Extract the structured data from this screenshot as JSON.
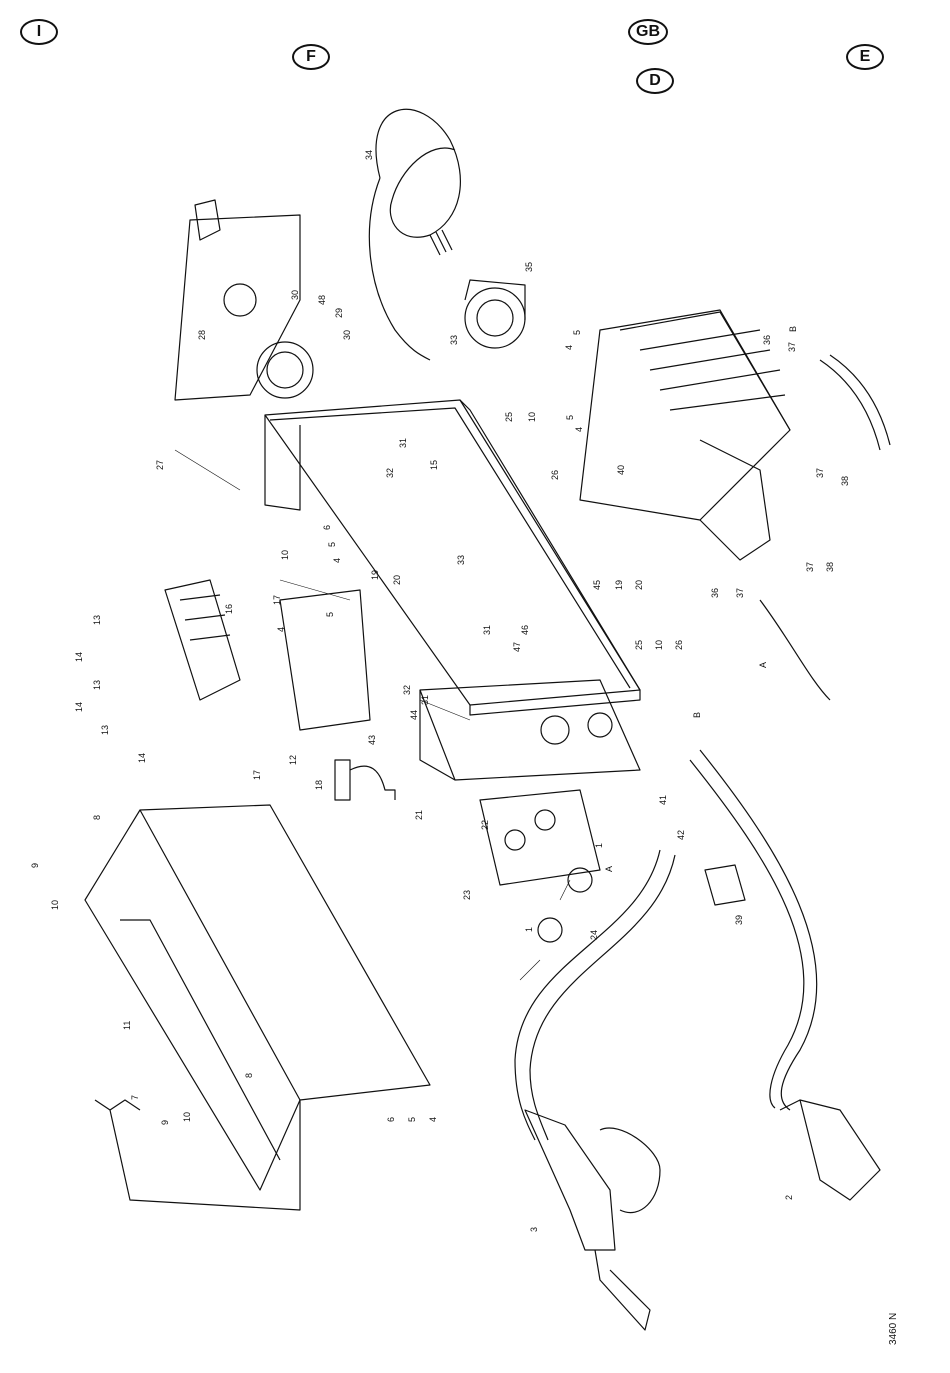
{
  "language_badges": [
    "I",
    "F",
    "GB",
    "D",
    "E"
  ],
  "drawing_reference": "3460 N",
  "part_numbers": [
    "1",
    "2",
    "3",
    "4",
    "5",
    "6",
    "7",
    "8",
    "9",
    "10",
    "11",
    "12",
    "13",
    "14",
    "15",
    "16",
    "17",
    "18",
    "19",
    "20",
    "21",
    "22",
    "23",
    "24",
    "25",
    "26",
    "27",
    "28",
    "29",
    "30",
    "31",
    "32",
    "33",
    "34",
    "35",
    "36",
    "37",
    "38",
    "39",
    "40",
    "41",
    "42",
    "43",
    "44",
    "45",
    "46",
    "47",
    "48"
  ],
  "connector_labels": [
    "A",
    "B"
  ]
}
